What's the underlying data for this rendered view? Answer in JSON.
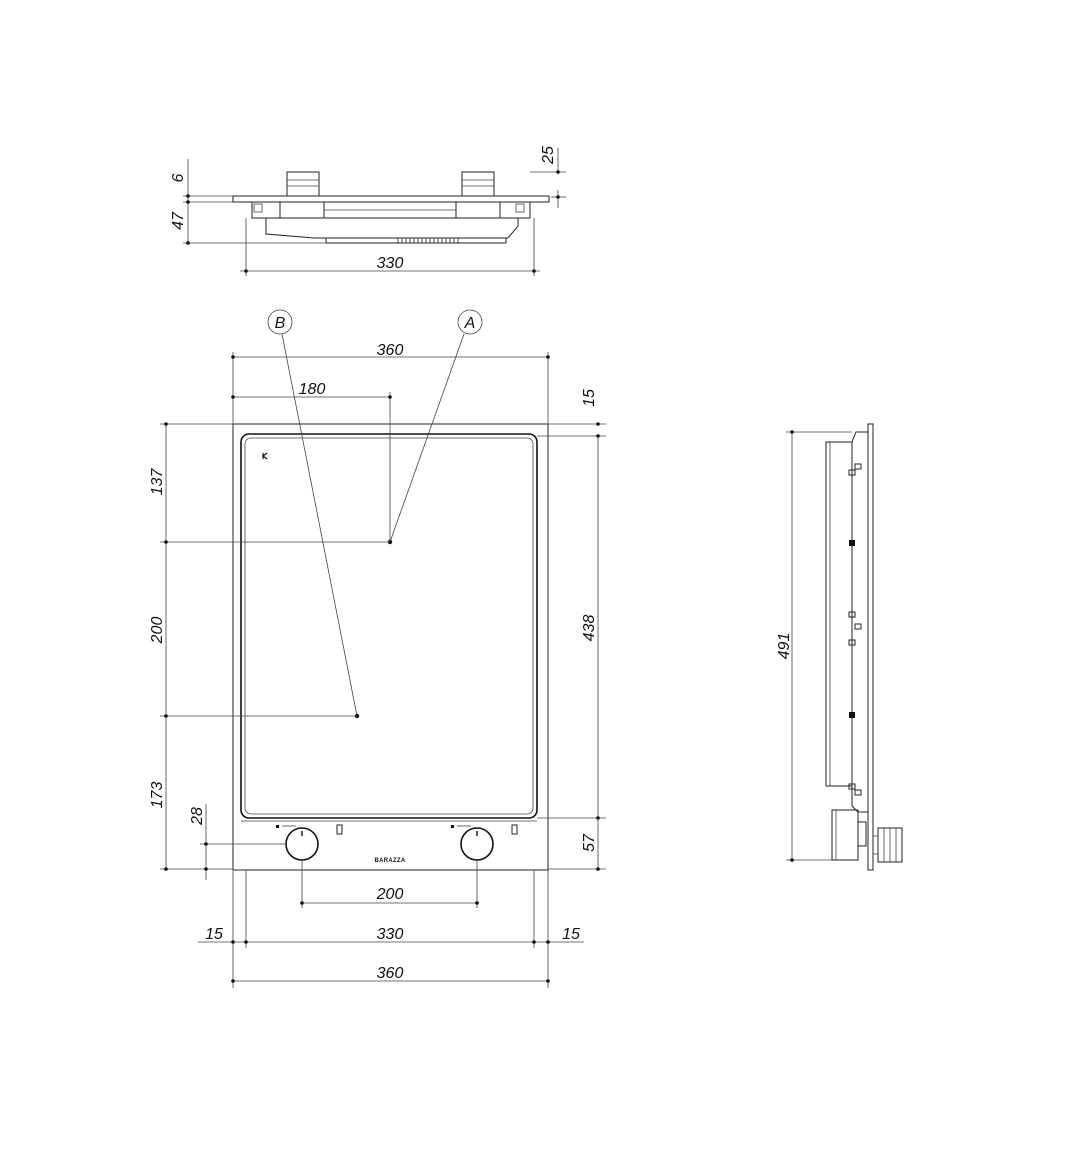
{
  "top_view": {
    "dim_6": "6",
    "dim_47": "47",
    "dim_25": "25",
    "dim_330": "330"
  },
  "front_view": {
    "callout_a": "A",
    "callout_b": "B",
    "dim_width_top": "360",
    "dim_180": "180",
    "dim_15_right": "15",
    "dim_137": "137",
    "dim_200_vertical": "200",
    "dim_438": "438",
    "dim_173": "173",
    "dim_28": "28",
    "dim_57": "57",
    "dim_200_knobs": "200",
    "dim_15_left_bottom": "15",
    "dim_330_bottom": "330",
    "dim_15_right_bottom": "15",
    "dim_360_bottom": "360",
    "brand_logo": "BARAZZA"
  },
  "side_view": {
    "dim_491": "491"
  }
}
